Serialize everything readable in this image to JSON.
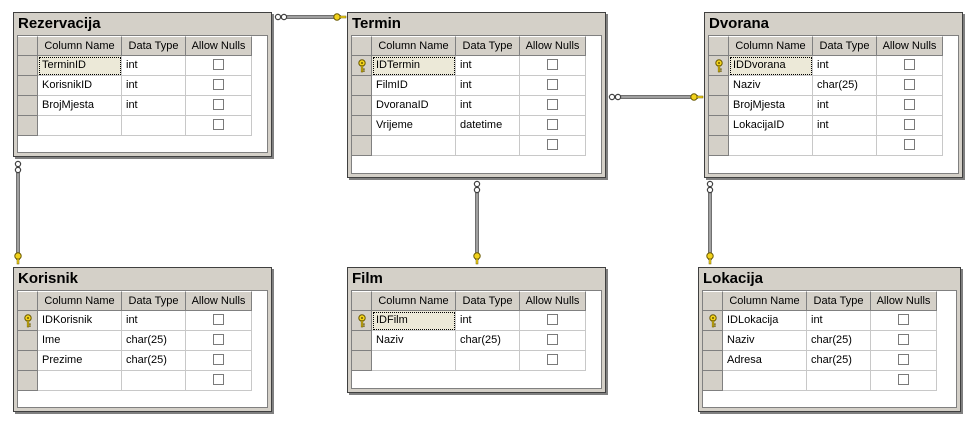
{
  "headers": {
    "column_name": "Column Name",
    "data_type": "Data Type",
    "allow_nulls": "Allow Nulls"
  },
  "tables": [
    {
      "id": "rezervacija",
      "title": "Rezervacija",
      "rows": [
        {
          "name": "TerminID",
          "type": "int",
          "pk": false,
          "selected": true
        },
        {
          "name": "KorisnikID",
          "type": "int",
          "pk": false
        },
        {
          "name": "BrojMjesta",
          "type": "int",
          "pk": false
        },
        {
          "name": "",
          "type": "",
          "pk": false
        }
      ]
    },
    {
      "id": "termin",
      "title": "Termin",
      "rows": [
        {
          "name": "IDTermin",
          "type": "int",
          "pk": true,
          "selected": true
        },
        {
          "name": "FilmID",
          "type": "int",
          "pk": false
        },
        {
          "name": "DvoranaID",
          "type": "int",
          "pk": false
        },
        {
          "name": "Vrijeme",
          "type": "datetime",
          "pk": false
        },
        {
          "name": "",
          "type": "",
          "pk": false
        }
      ]
    },
    {
      "id": "dvorana",
      "title": "Dvorana",
      "rows": [
        {
          "name": "IDDvorana",
          "type": "int",
          "pk": true,
          "selected": true
        },
        {
          "name": "Naziv",
          "type": "char(25)",
          "pk": false
        },
        {
          "name": "BrojMjesta",
          "type": "int",
          "pk": false
        },
        {
          "name": "LokacijaID",
          "type": "int",
          "pk": false
        },
        {
          "name": "",
          "type": "",
          "pk": false
        }
      ]
    },
    {
      "id": "korisnik",
      "title": "Korisnik",
      "rows": [
        {
          "name": "IDKorisnik",
          "type": "int",
          "pk": true
        },
        {
          "name": "Ime",
          "type": "char(25)",
          "pk": false
        },
        {
          "name": "Prezime",
          "type": "char(25)",
          "pk": false
        },
        {
          "name": "",
          "type": "",
          "pk": false
        }
      ]
    },
    {
      "id": "film",
      "title": "Film",
      "rows": [
        {
          "name": "IDFilm",
          "type": "int",
          "pk": true,
          "selected": true
        },
        {
          "name": "Naziv",
          "type": "char(25)",
          "pk": false
        },
        {
          "name": "",
          "type": "",
          "pk": false
        }
      ]
    },
    {
      "id": "lokacija",
      "title": "Lokacija",
      "rows": [
        {
          "name": "IDLokacija",
          "type": "int",
          "pk": true
        },
        {
          "name": "Naziv",
          "type": "char(25)",
          "pk": false
        },
        {
          "name": "Adresa",
          "type": "char(25)",
          "pk": false
        },
        {
          "name": "",
          "type": "",
          "pk": false
        }
      ]
    }
  ],
  "relationships": [
    {
      "from": "rezervacija",
      "to": "termin"
    },
    {
      "from": "termin",
      "to": "dvorana"
    },
    {
      "from": "rezervacija",
      "to": "korisnik"
    },
    {
      "from": "termin",
      "to": "film"
    },
    {
      "from": "dvorana",
      "to": "lokacija"
    }
  ],
  "colors": {
    "key": "#f2d21c",
    "line": "#404040",
    "panel": "#d4d0c8"
  }
}
